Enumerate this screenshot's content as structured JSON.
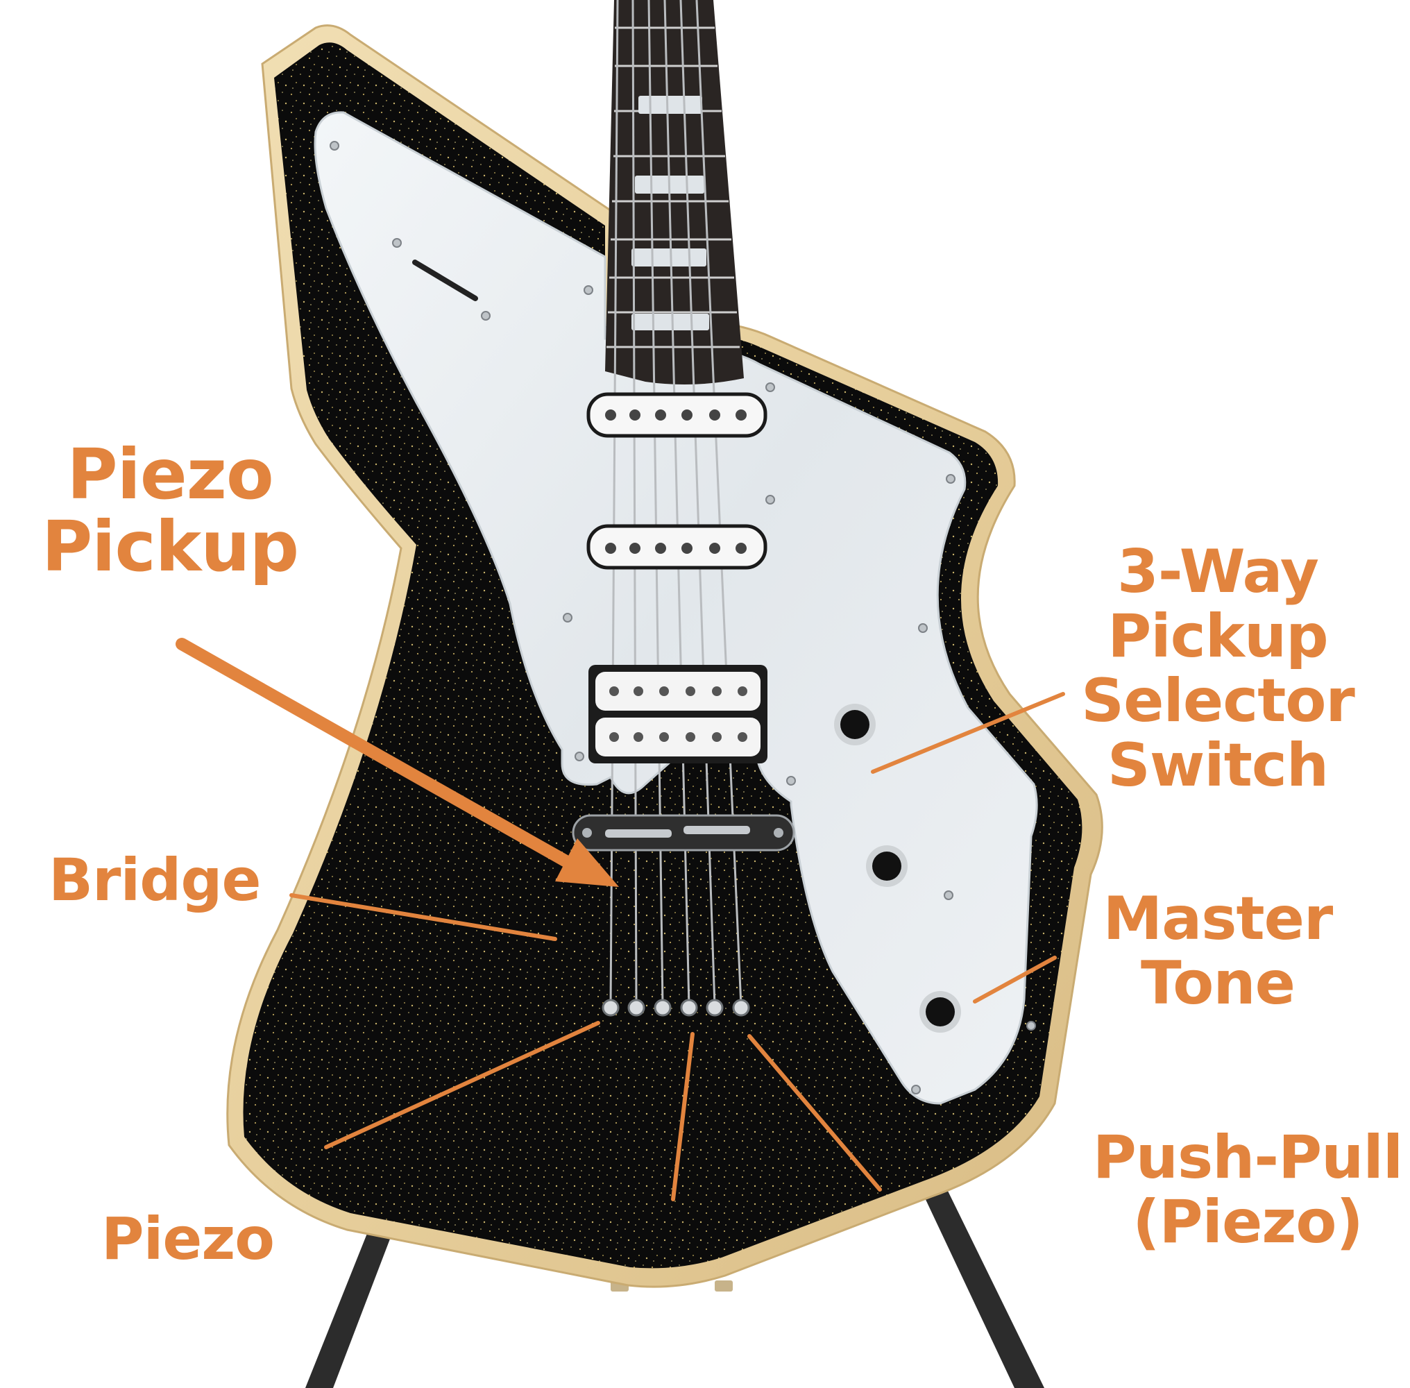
{
  "colors": {
    "accent": "#e2843e",
    "body_finish": "#0b0b0b",
    "binding_wood": "#e9d3a2",
    "pickguard": "#e6ebef",
    "fretboard": "#2a2523",
    "stand": "#2c2c2c"
  },
  "labels": {
    "piezo_pickup": [
      "Piezo",
      "Pickup"
    ],
    "three_way": [
      "3-Way",
      "Pickup",
      "Selector",
      "Switch"
    ],
    "bridge": "Bridge",
    "master_tone": [
      "Master",
      "Tone"
    ],
    "piezo": "Piezo",
    "push_pull": [
      "Push-Pull",
      "(Piezo)"
    ]
  },
  "icons": [
    "guitar-body-icon",
    "pickup-icon",
    "knob-icon",
    "bridge-icon",
    "stand-icon"
  ]
}
